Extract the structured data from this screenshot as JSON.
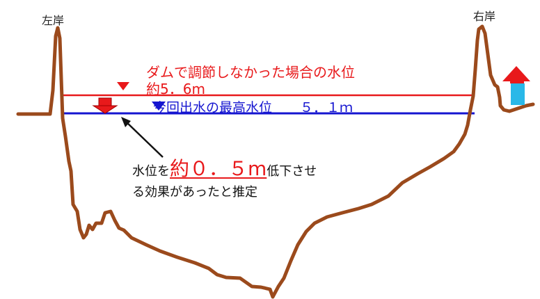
{
  "banks": {
    "left": "左岸",
    "right": "右岸"
  },
  "levels": {
    "undammed": {
      "title": "ダムで調節しなかった場合の水位",
      "value": "約5．6m"
    },
    "observed": {
      "title": "今回出水の最高水位",
      "value": "５．１ｍ"
    }
  },
  "effect": {
    "prefix": "水位を",
    "amount": "約０．５m",
    "suffix": "低下させ",
    "line2": "る効果があったと推定"
  },
  "colors": {
    "undammed": "#e8191b",
    "observed": "#1515d0",
    "riverbed": "#9b4a1c",
    "house_roof": "#e8191b",
    "house_body": "#29b8e8"
  },
  "icons": {
    "level_marker_undammed": "down-triangle",
    "level_marker_observed": "down-triangle",
    "reduction_arrow": "down-arrow",
    "pointer": "diagonal-arrow",
    "house": "house-icon"
  }
}
